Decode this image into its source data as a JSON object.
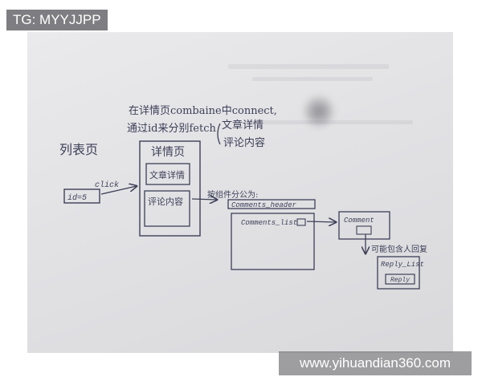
{
  "overlays": {
    "badge": "TG: MYYJJPP",
    "watermark": "www.yihuandian360.com"
  },
  "diagram": {
    "notes": {
      "top_line1": "在详情页combaine中connect,",
      "top_line2": "通过id来分别fetch",
      "fetch_item1": "文章详情",
      "fetch_item2": "评论内容"
    },
    "list_page": {
      "title": "列表页",
      "item_label": "id=5",
      "click_label": "click"
    },
    "detail_page": {
      "title": "详情页",
      "article_label": "文章详情",
      "comment_label": "评论内容"
    },
    "split_note": "按组件分公为:",
    "comments": {
      "header": "Comments_header",
      "list": "Comments_list",
      "comment": "Comment",
      "may_include": "可能包含人回复",
      "reply_list": "Reply_List",
      "reply": "Reply"
    }
  }
}
